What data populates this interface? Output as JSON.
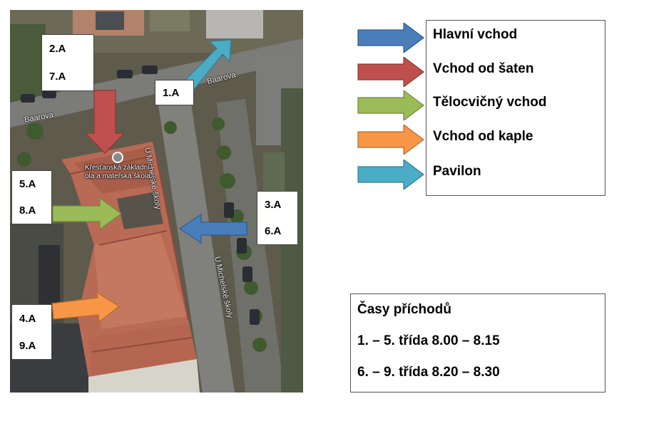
{
  "map": {
    "street_baarova_1": "Baarova",
    "street_baarova_2": "Baarova",
    "street_michelske_1": "U Michelské školy",
    "street_michelske_2": "U Michelské školy",
    "poi_line1": "Křesťanská základní",
    "poi_line2": "ola a mateřská škola..."
  },
  "class_boxes": [
    {
      "id": "box-2a-7a",
      "lines": [
        "2.A",
        "7.A"
      ]
    },
    {
      "id": "box-1a",
      "lines": [
        "1.A"
      ]
    },
    {
      "id": "box-5a-8a",
      "lines": [
        "5.A",
        "8.A"
      ]
    },
    {
      "id": "box-3a-6a",
      "lines": [
        "3.A",
        "6.A"
      ]
    },
    {
      "id": "box-4a-9a",
      "lines": [
        "4.A",
        "9.A"
      ]
    }
  ],
  "legend": [
    {
      "label": "Hlavní vchod",
      "color": "#4a7ebb"
    },
    {
      "label": "Vchod od šaten",
      "color": "#c0504d"
    },
    {
      "label": "Tělocvičný vchod",
      "color": "#9bbb59"
    },
    {
      "label": "Vchod od kaple",
      "color": "#f79646"
    },
    {
      "label": "Pavilon",
      "color": "#4bacc6"
    }
  ],
  "times": {
    "title": "Časy příchodů",
    "row1": "1. – 5. třída  8.00 – 8.15",
    "row2": "6. – 9. třída  8.20 – 8.30"
  }
}
